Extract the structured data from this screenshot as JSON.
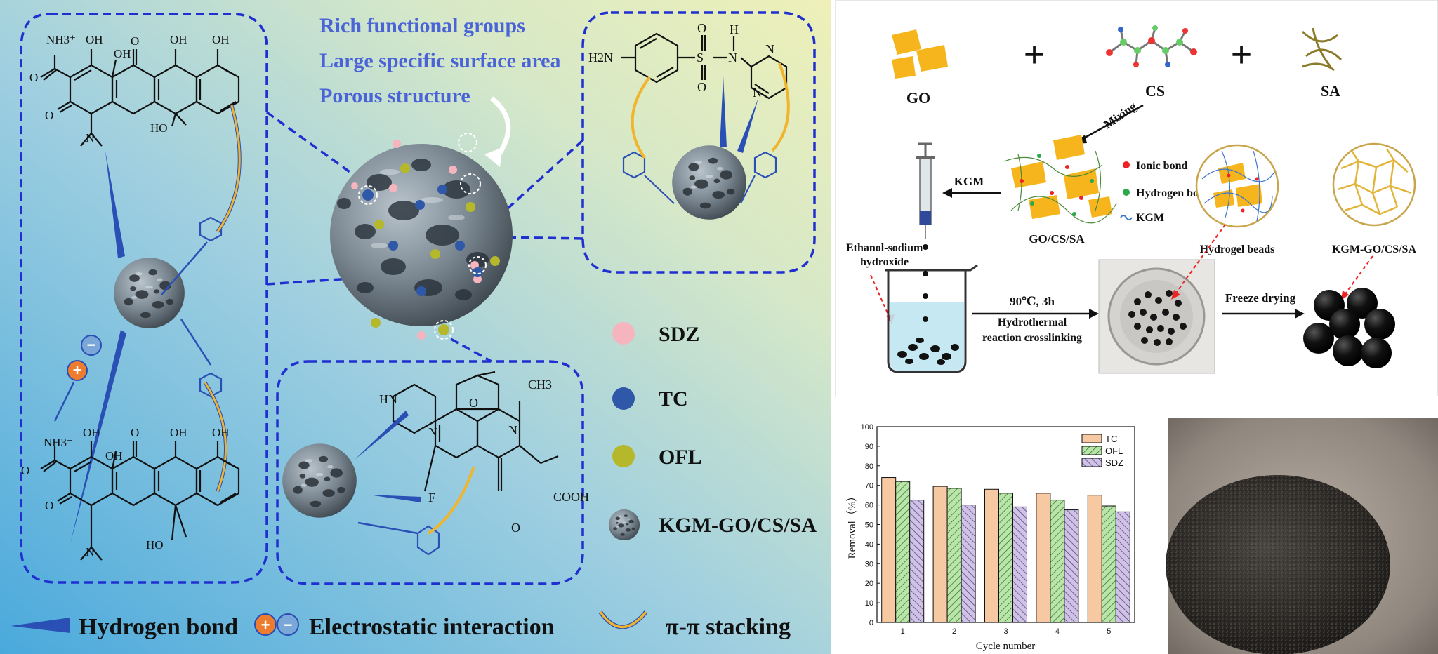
{
  "left_panel": {
    "features": [
      "Rich functional groups",
      "Large specific surface area",
      "Porous structure"
    ],
    "legend_items": [
      {
        "label": "SDZ",
        "color": "#f6b4bf"
      },
      {
        "label": "TC",
        "color": "#2f59a8"
      },
      {
        "label": "OFL",
        "color": "#b4b82a"
      },
      {
        "label": "KGM-GO/CS/SA",
        "color": "#7d8a94"
      }
    ],
    "interactions": {
      "hydrogen_bond": "Hydrogen bond",
      "electrostatic": "Electrostatic interaction",
      "pi_stacking": "π-π stacking"
    },
    "tc_labels": {
      "nh3": "NH3⁺",
      "oh1": "OH",
      "oh2": "OH",
      "oh3": "OH",
      "oh4": "OH",
      "oh5": "OH",
      "o1": "O",
      "o2": "O",
      "o3": "O",
      "ho": "HO",
      "n": "N"
    },
    "tc2_labels": {
      "nh3": "NH3⁺",
      "oh1": "OH",
      "oh2": "OH",
      "oh3": "OH",
      "oh4": "OH",
      "oh5": "OH",
      "o1": "O",
      "o2": "O",
      "o3": "O",
      "ho": "HO",
      "n": "N"
    },
    "sdz_labels": {
      "h2n": "H2N",
      "s": "S",
      "o1": "O",
      "o2": "O",
      "h": "H",
      "n1": "N",
      "n2": "N",
      "n3": "N"
    },
    "ofl_labels": {
      "hn": "HN",
      "n1": "N",
      "n2": "N",
      "o1": "O",
      "ch3": "CH3",
      "f": "F",
      "o2": "O",
      "cooh": "COOH"
    },
    "charges": {
      "plus": "+",
      "minus": "−"
    }
  },
  "synthesis": {
    "go": "GO",
    "cs": "CS",
    "sa": "SA",
    "plus1": "+",
    "plus2": "+",
    "mixing": "Mixing",
    "kgm": "KGM",
    "gocssa": "GO/CS/SA",
    "legend": {
      "ionic": "Ionic bond",
      "hydrogen": "Hydrogen bond",
      "kgm": "KGM"
    },
    "hydrogel_beads": "Hydrogel beads",
    "product": "KGM-GO/CS/SA",
    "ethanol_line1": "Ethanol-sodium",
    "ethanol_line2": "hydroxide",
    "condition": "90℃, 3h",
    "hydrothermal1": "Hydrothermal",
    "hydrothermal2": "reaction crosslinking",
    "freeze": "Freeze drying"
  },
  "chart_data": {
    "type": "bar",
    "categories": [
      "1",
      "2",
      "3",
      "4",
      "5"
    ],
    "series": [
      {
        "name": "TC",
        "values": [
          74,
          69.5,
          68,
          66,
          65
        ],
        "color": "#f7c9a3",
        "pattern": "none"
      },
      {
        "name": "OFL",
        "values": [
          72,
          68.5,
          66,
          62.5,
          59.5
        ],
        "color": "#b9e6a8",
        "pattern": "hatch-green"
      },
      {
        "name": "SDZ",
        "values": [
          62.5,
          60,
          59,
          57.5,
          56.5
        ],
        "color": "#cfc2e6",
        "pattern": "hatch-purple"
      }
    ],
    "xlabel": "Cycle number",
    "ylabel": "Removal（%）",
    "ylim": [
      0,
      100
    ],
    "yticks": [
      0,
      10,
      20,
      30,
      40,
      50,
      60,
      70,
      80,
      90,
      100
    ],
    "legend_position": "top-right",
    "grid": false
  }
}
